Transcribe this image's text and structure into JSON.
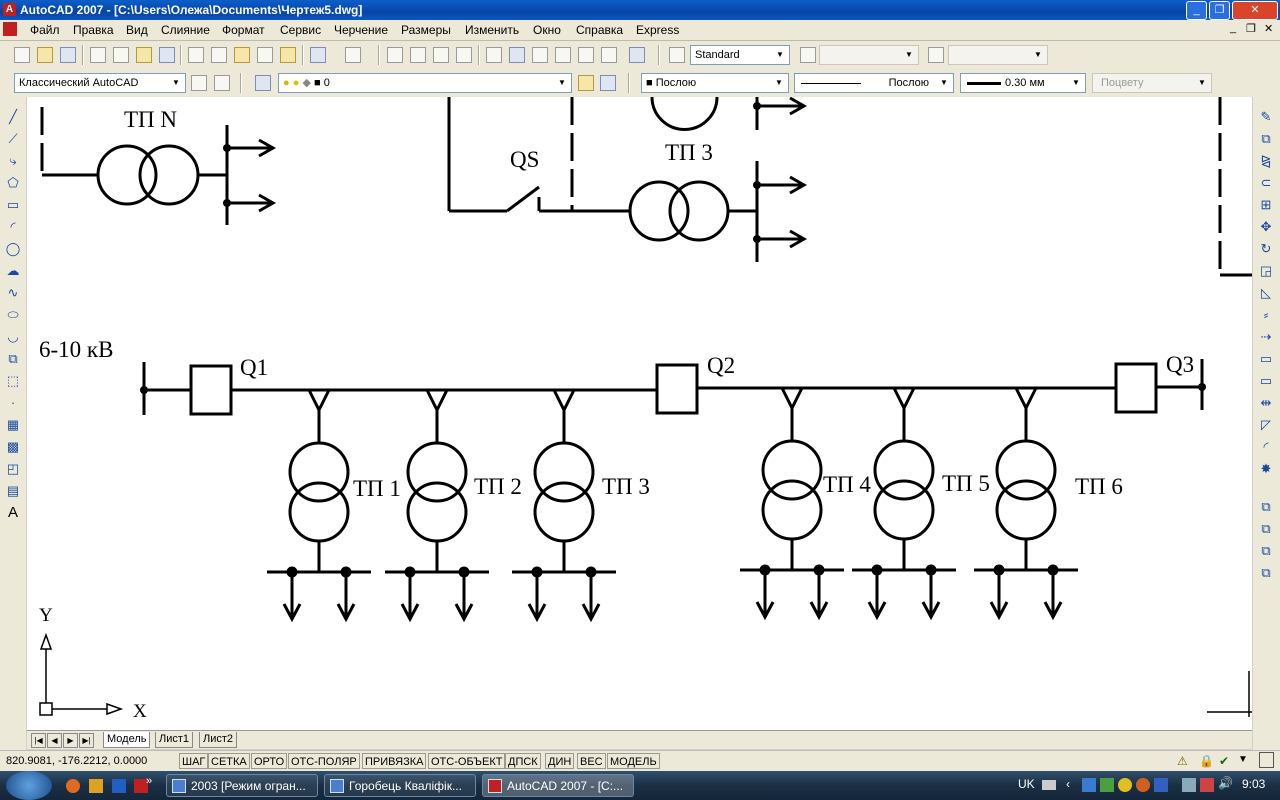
{
  "window": {
    "title": "AutoCAD 2007 - [C:\\Users\\Олежа\\Documents\\Чертеж5.dwg]"
  },
  "menu": [
    "Файл",
    "Правка",
    "Вид",
    "Слияние",
    "Формат",
    "Сервис",
    "Черчение",
    "Размеры",
    "Изменить",
    "Окно",
    "Справка",
    "Express"
  ],
  "toolbar": {
    "textstyle": "Standard",
    "workspace": "Классический AutoCAD",
    "layer": "0",
    "color": "Послою",
    "linetype": "Послою",
    "lineweight": "0.30 мм",
    "plotstyle": "Поцвету"
  },
  "drawing": {
    "tp_n": "ТП N",
    "qs": "QS",
    "tp3_top": "ТП 3",
    "voltage": "6-10 кВ",
    "q1": "Q1",
    "q2": "Q2",
    "q3": "Q3",
    "tp1": "ТП 1",
    "tp2": "ТП 2",
    "tp3": "ТП 3",
    "tp4": "ТП 4",
    "tp5": "ТП 5",
    "tp6": "ТП 6",
    "ucs_x": "X",
    "ucs_y": "Y"
  },
  "tabs": [
    "Модель",
    "Лист1",
    "Лист2"
  ],
  "status": {
    "coords": "820.9081, -176.2212, 0.0000",
    "toggles": [
      "ШАГ",
      "СЕТКА",
      "ОРТО",
      "ОТС-ПОЛЯР",
      "ПРИВЯЗКА",
      "ОТС-ОБЪЕКТ",
      "ДПСК",
      "ДИН",
      "ВЕС",
      "МОДЕЛЬ"
    ]
  },
  "taskbar": {
    "tasks": [
      "2003 [Режим огран...",
      "Горобець Кваліфік...",
      "AutoCAD 2007 - [C:..."
    ],
    "lang": "UK",
    "time": "9:03"
  }
}
